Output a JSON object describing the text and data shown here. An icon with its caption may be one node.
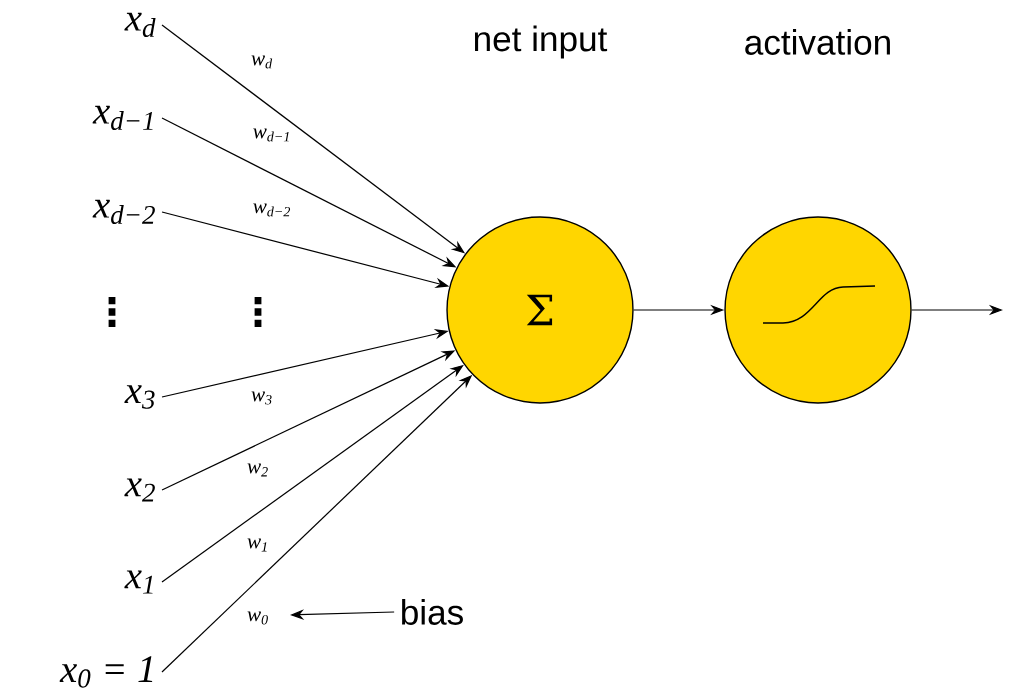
{
  "diagram": {
    "nodes": [
      {
        "text": [
          "x$_{d}$"
        ]
      },
      {
        "text": [
          "x$_{d−1}$"
        ]
      },
      {
        "text": [
          "x$_{d−2}$"
        ]
      },
      {
        "text": [
          "x$_{3}$"
        ]
      },
      {
        "text": [
          "x$_{2}$"
        ]
      },
      {
        "text": [
          "x$_{1}$"
        ]
      },
      {
        "text": [
          "x$_{0}$ = 1"
        ]
      },
      {
        "text": [
          "net input",
          "Σ"
        ]
      },
      {
        "text": [
          "activation"
        ]
      },
      {
        "text": [
          "bias"
        ]
      }
    ],
    "edges": [
      {
        "from": 0,
        "to": 7,
        "arrow": "to",
        "label": "w$_{d}$"
      },
      {
        "from": 1,
        "to": 7,
        "arrow": "to",
        "label": "w$_{d−1}$"
      },
      {
        "from": 2,
        "to": 7,
        "arrow": "to",
        "label": "w$_{d−2}$"
      },
      {
        "from": 3,
        "to": 7,
        "arrow": "to",
        "label": "w$_{3}$"
      },
      {
        "from": 4,
        "to": 7,
        "arrow": "to",
        "label": "w$_{2}$"
      },
      {
        "from": 5,
        "to": 7,
        "arrow": "to",
        "label": "w$_{1}$"
      },
      {
        "from": 6,
        "to": 7,
        "arrow": "to",
        "label": "w$_{0}$"
      },
      {
        "from": 7,
        "to": 8,
        "arrow": "to"
      },
      {
        "from": 8,
        "to": null,
        "arrow": "to"
      },
      {
        "from": 9,
        "to": null,
        "arrow": "to"
      }
    ],
    "labels": [
      "⋮",
      "⋮"
    ]
  }
}
